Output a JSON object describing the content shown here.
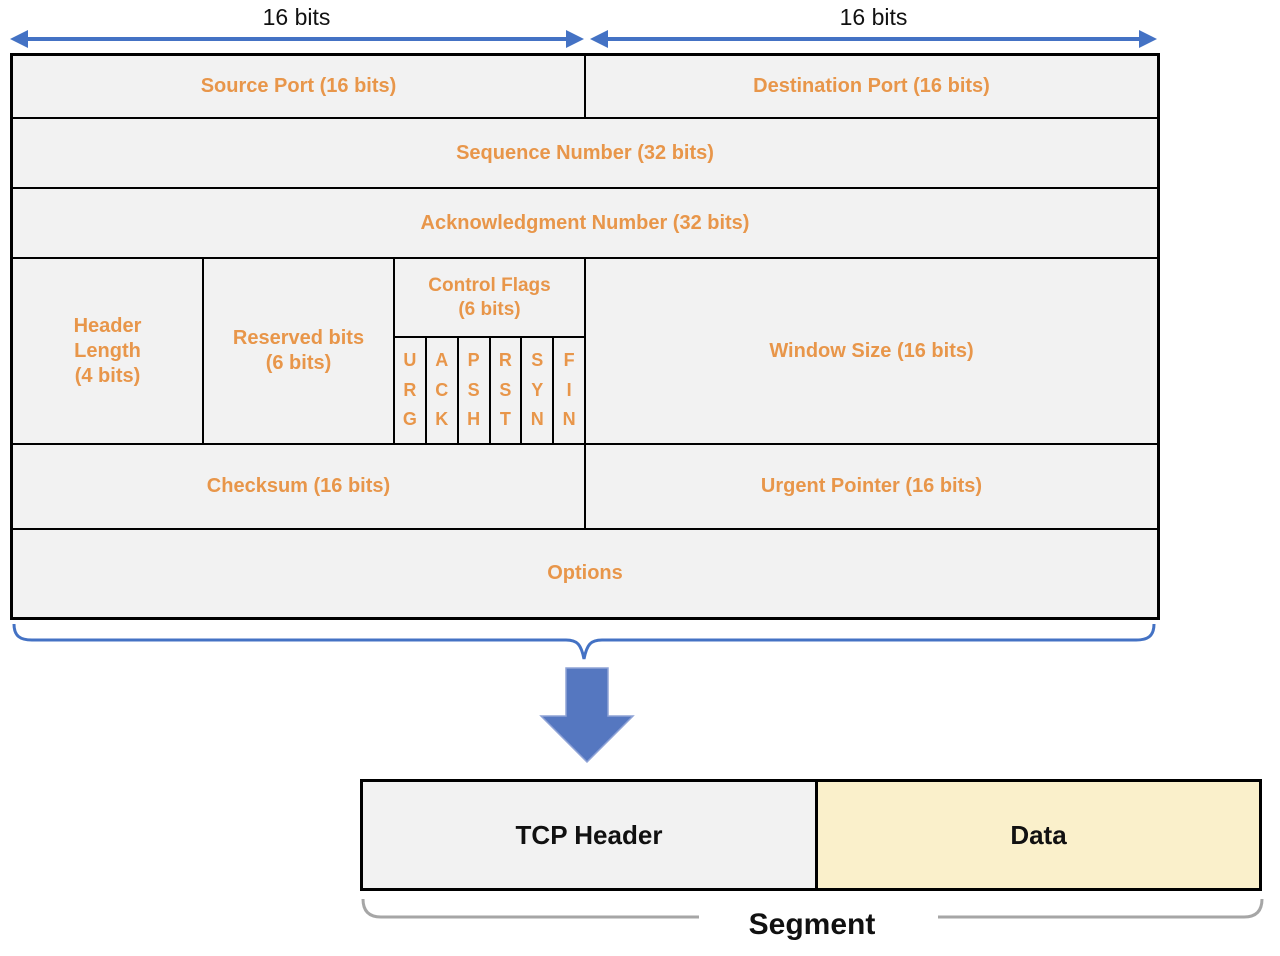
{
  "bit_ruler": {
    "left_label": "16 bits",
    "right_label": "16 bits"
  },
  "tcp_header_fields": {
    "source_port": "Source Port (16 bits)",
    "destination_port": "Destination Port (16 bits)",
    "sequence_number": "Sequence Number (32 bits)",
    "acknowledgment_number": "Acknowledgment Number (32 bits)",
    "header_length": [
      "Header",
      "Length",
      "(4 bits)"
    ],
    "reserved_bits": [
      "Reserved bits",
      "(6 bits)"
    ],
    "control_flags": [
      "Control Flags",
      "(6 bits)"
    ],
    "flags": [
      "URG",
      "ACK",
      "PSH",
      "RST",
      "SYN",
      "FIN"
    ],
    "window_size": "Window Size (16 bits)",
    "checksum": "Checksum (16 bits)",
    "urgent_pointer": "Urgent Pointer (16 bits)",
    "options": "Options"
  },
  "segment_diagram": {
    "tcp_header_label": "TCP Header",
    "data_label": "Data",
    "segment_label": "Segment"
  },
  "colors": {
    "accent_blue": "#4472C4",
    "down_arrow_fill": "#5577C0",
    "field_text_orange": "#E8964A",
    "cell_background": "#F2F2F2",
    "data_cell_background": "#FAF0CB",
    "brace_gray": "#A6A6A6",
    "border_black": "#000000"
  }
}
